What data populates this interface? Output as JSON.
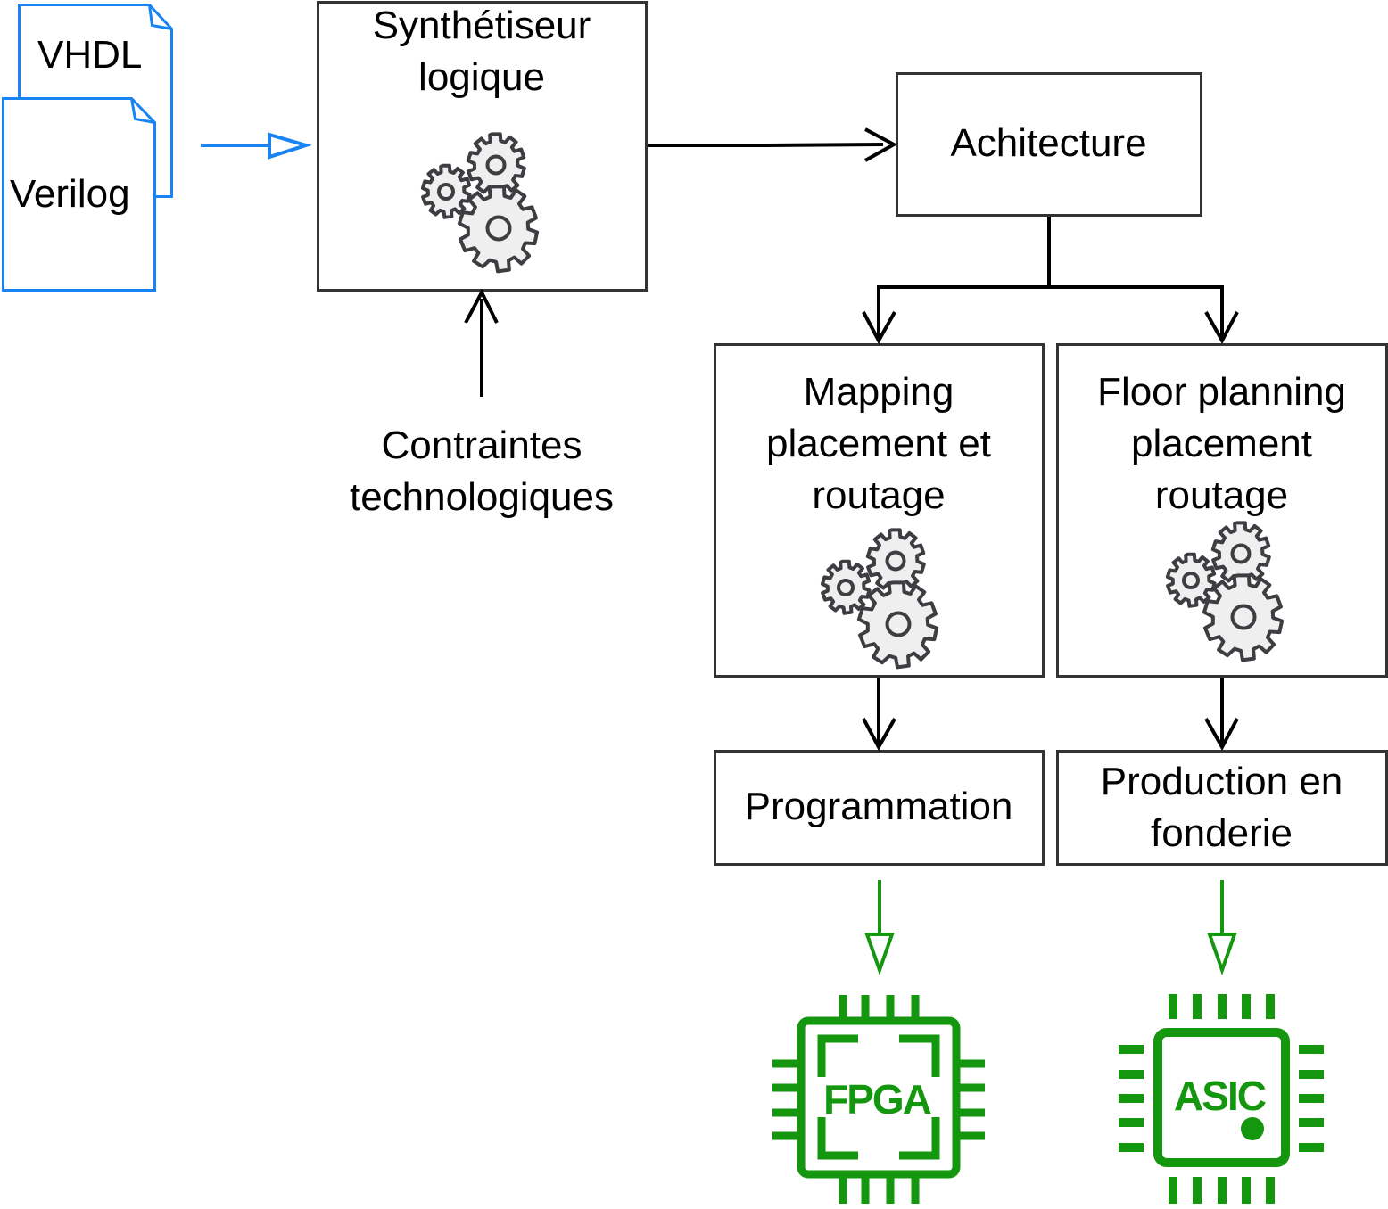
{
  "documents": {
    "vhdl": "VHDL",
    "verilog": "Verilog"
  },
  "synthesizer": {
    "line1": "Synthétiseur",
    "line2": "logique"
  },
  "constraints": {
    "line1": "Contraintes",
    "line2": "technologiques"
  },
  "architecture": "Achitecture",
  "mapping": {
    "line1": "Mapping",
    "line2": "placement et",
    "line3": "routage"
  },
  "floorplanning": {
    "line1": "Floor planning",
    "line2": "placement",
    "line3": "routage"
  },
  "programming": "Programmation",
  "production": {
    "line1": "Production en",
    "line2": "fonderie"
  },
  "chips": {
    "fpga": "FPGA",
    "asic": "ASIC"
  },
  "colors": {
    "document_blue": "#1883f2",
    "chip_green": "#14960f",
    "gear_fill": "#efefef",
    "gear_stroke": "#3d3d42",
    "box_stroke": "#333333"
  },
  "icons": {
    "process": "gears-icon",
    "fpga": "fpga-chip-icon",
    "asic": "asic-chip-icon"
  }
}
